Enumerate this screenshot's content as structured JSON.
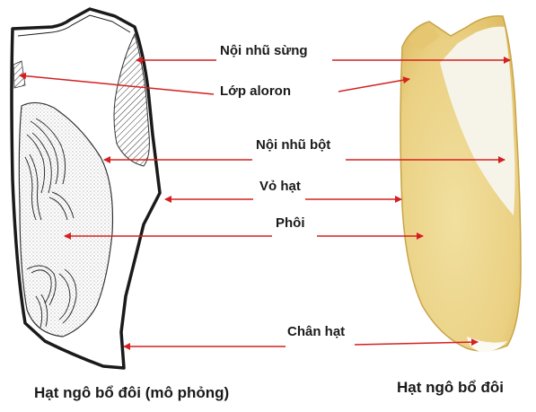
{
  "labels": {
    "noi_nhu_sung": "Nội nhũ sừng",
    "lop_aloron": "Lớp aloron",
    "noi_nhu_bot": "Nội nhũ bột",
    "vo_hat": "Vỏ hạt",
    "phoi": "Phôi",
    "chan_hat": "Chân hạt"
  },
  "captions": {
    "left": "Hạt ngô bổ đôi (mô phỏng)",
    "right": "Hạt ngô bổ đôi"
  },
  "colors": {
    "arrow": "#d42020",
    "outline": "#1a1a1a",
    "kernel_yellow": "#eed98a",
    "kernel_white": "#f7f6ee"
  }
}
